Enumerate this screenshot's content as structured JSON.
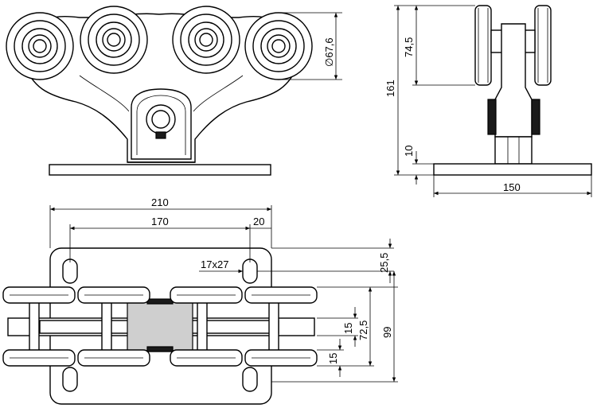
{
  "views": {
    "front": {
      "dim_diameter": "∅67,6"
    },
    "side": {
      "dim_height_total": "161",
      "dim_wheel_height": "74,5",
      "dim_plate_thickness": "10",
      "dim_plate_width": "150"
    },
    "plan": {
      "dim_overall_length": "210",
      "dim_hole_spacing": "170",
      "dim_edge_offset": "20",
      "dim_slot": "17x27",
      "dim_slot_edge": "25,5",
      "dim_wheel_axle_spacing": "72,5",
      "dim_plate_depth": "99",
      "dim_gap_upper": "15",
      "dim_gap_lower": "15"
    }
  }
}
